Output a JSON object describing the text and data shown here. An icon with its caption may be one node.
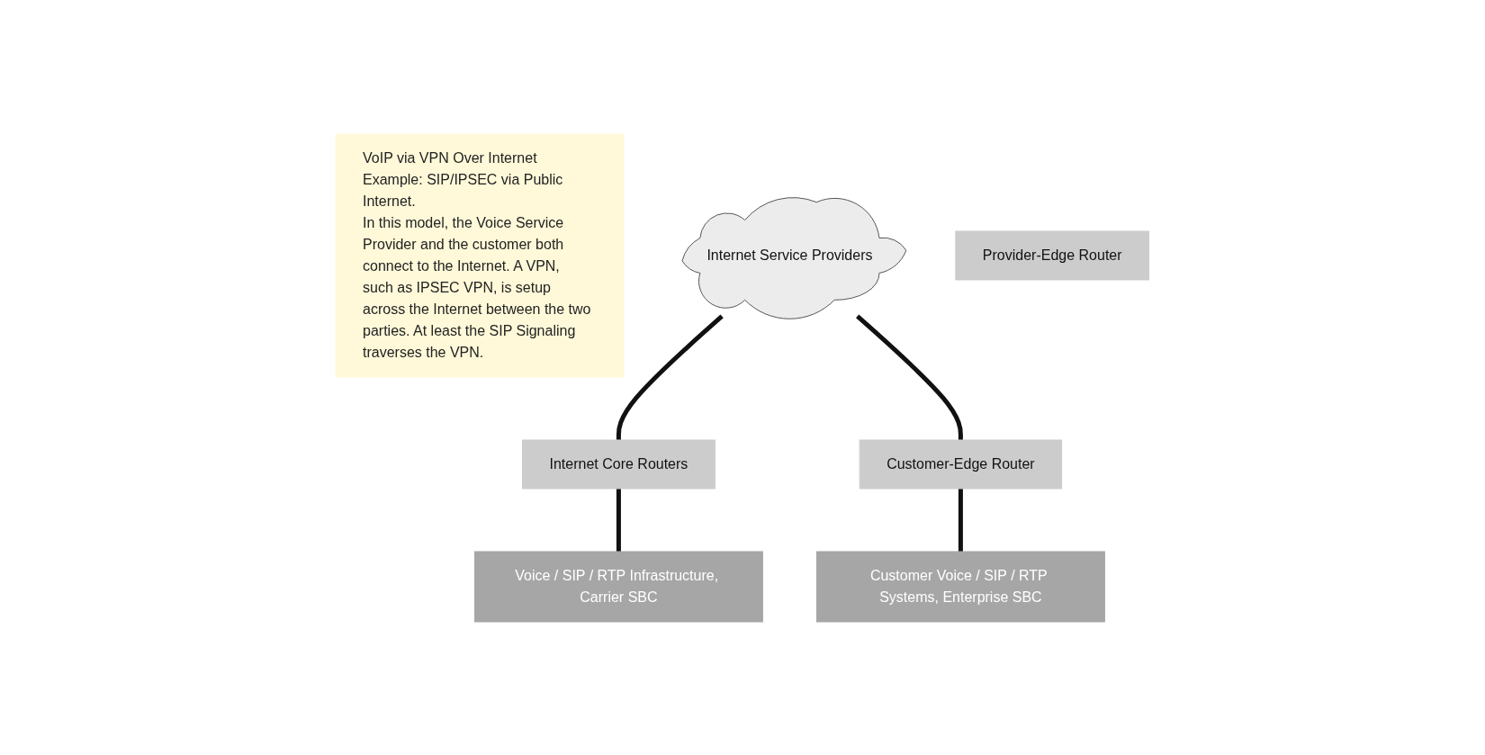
{
  "diagram": {
    "nodes": [
      {
        "text": [
          "VoIP via VPN Over Internet",
          "Example: SIP/IPSEC via Public Internet.",
          "In this model, the Voice Service Provider and the customer both connect to the Internet. A VPN, such as IPSEC VPN, is setup across the Internet between the two parties. At least the SIP Signaling traverses the VPN."
        ]
      },
      {
        "text": [
          "Internet Service Providers"
        ]
      },
      {
        "text": [
          "Internet Core Routers"
        ]
      },
      {
        "text": [
          "Provider-Edge Router"
        ]
      },
      {
        "text": [
          "Customer-Edge Router"
        ]
      },
      {
        "text": [
          "Voice / SIP / RTP Infrastructure, Carrier SBC"
        ]
      },
      {
        "text": [
          "Customer Voice / SIP / RTP Systems, Enterprise SBC"
        ]
      }
    ],
    "edges": [
      {
        "from": 1,
        "to": 2,
        "arrow": "none"
      },
      {
        "from": 2,
        "to": 5,
        "arrow": "none"
      },
      {
        "from": 1,
        "to": 4,
        "arrow": "none"
      },
      {
        "from": 4,
        "to": 6,
        "arrow": "none"
      }
    ]
  }
}
